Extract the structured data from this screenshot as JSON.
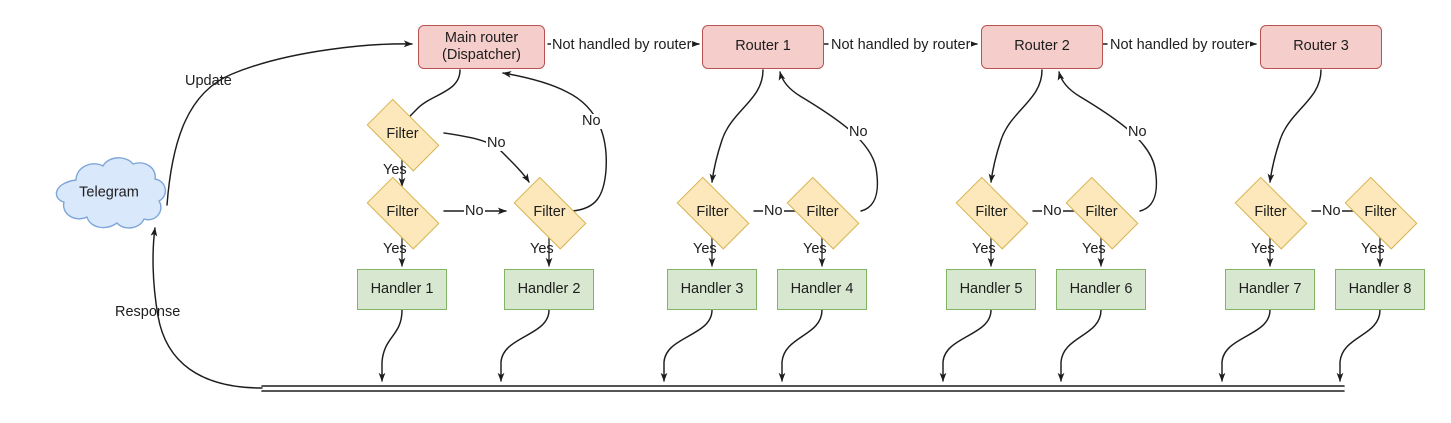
{
  "diagram": {
    "title": "Telegram bot update routing (dispatcher, routers, filters, handlers)",
    "colors": {
      "router_fill": "#f5cecc",
      "router_stroke": "#b85450",
      "handler_fill": "#d8e8d0",
      "handler_stroke": "#82b366",
      "filter_fill": "#fce8ba",
      "filter_stroke": "#d6b656",
      "cloud_fill": "#dae8fc",
      "cloud_stroke": "#7ea6d9",
      "edge_stroke": "#1d1d1d",
      "background": "#ffffff"
    },
    "source": {
      "name": "Telegram",
      "label": "Telegram"
    },
    "routers": [
      {
        "id": "dispatcher",
        "label": "Main router\n(Dispatcher)"
      },
      {
        "id": "router1",
        "label": "Router 1"
      },
      {
        "id": "router2",
        "label": "Router 2"
      },
      {
        "id": "router3",
        "label": "Router 3"
      }
    ],
    "filters": [
      {
        "id": "filter-a",
        "label": "Filter"
      },
      {
        "id": "filter-b",
        "label": "Filter"
      },
      {
        "id": "filter-c",
        "label": "Filter"
      },
      {
        "id": "filter-d",
        "label": "Filter"
      },
      {
        "id": "filter-e",
        "label": "Filter"
      },
      {
        "id": "filter-f",
        "label": "Filter"
      },
      {
        "id": "filter-g",
        "label": "Filter"
      },
      {
        "id": "filter-h",
        "label": "Filter"
      },
      {
        "id": "filter-i",
        "label": "Filter"
      }
    ],
    "handlers": [
      {
        "id": "handler1",
        "label": "Handler 1"
      },
      {
        "id": "handler2",
        "label": "Handler 2"
      },
      {
        "id": "handler3",
        "label": "Handler 3"
      },
      {
        "id": "handler4",
        "label": "Handler 4"
      },
      {
        "id": "handler5",
        "label": "Handler 5"
      },
      {
        "id": "handler6",
        "label": "Handler 6"
      },
      {
        "id": "handler7",
        "label": "Handler 7"
      },
      {
        "id": "handler8",
        "label": "Handler 8"
      }
    ],
    "edge_labels": {
      "update": "Update",
      "response": "Response",
      "not_handled_1": "Not handled by router",
      "not_handled_2": "Not handled by router",
      "not_handled_3": "Not handled by router",
      "no_1": "No",
      "no_2": "No",
      "no_3": "No",
      "no_4": "No",
      "no_5": "No",
      "no_6": "No",
      "no_7": "No",
      "no_8": "No",
      "yes_1": "Yes",
      "yes_2": "Yes",
      "yes_3": "Yes",
      "yes_4": "Yes",
      "yes_5": "Yes",
      "yes_6": "Yes",
      "yes_7": "Yes",
      "yes_8": "Yes",
      "yes_9": "Yes"
    }
  }
}
